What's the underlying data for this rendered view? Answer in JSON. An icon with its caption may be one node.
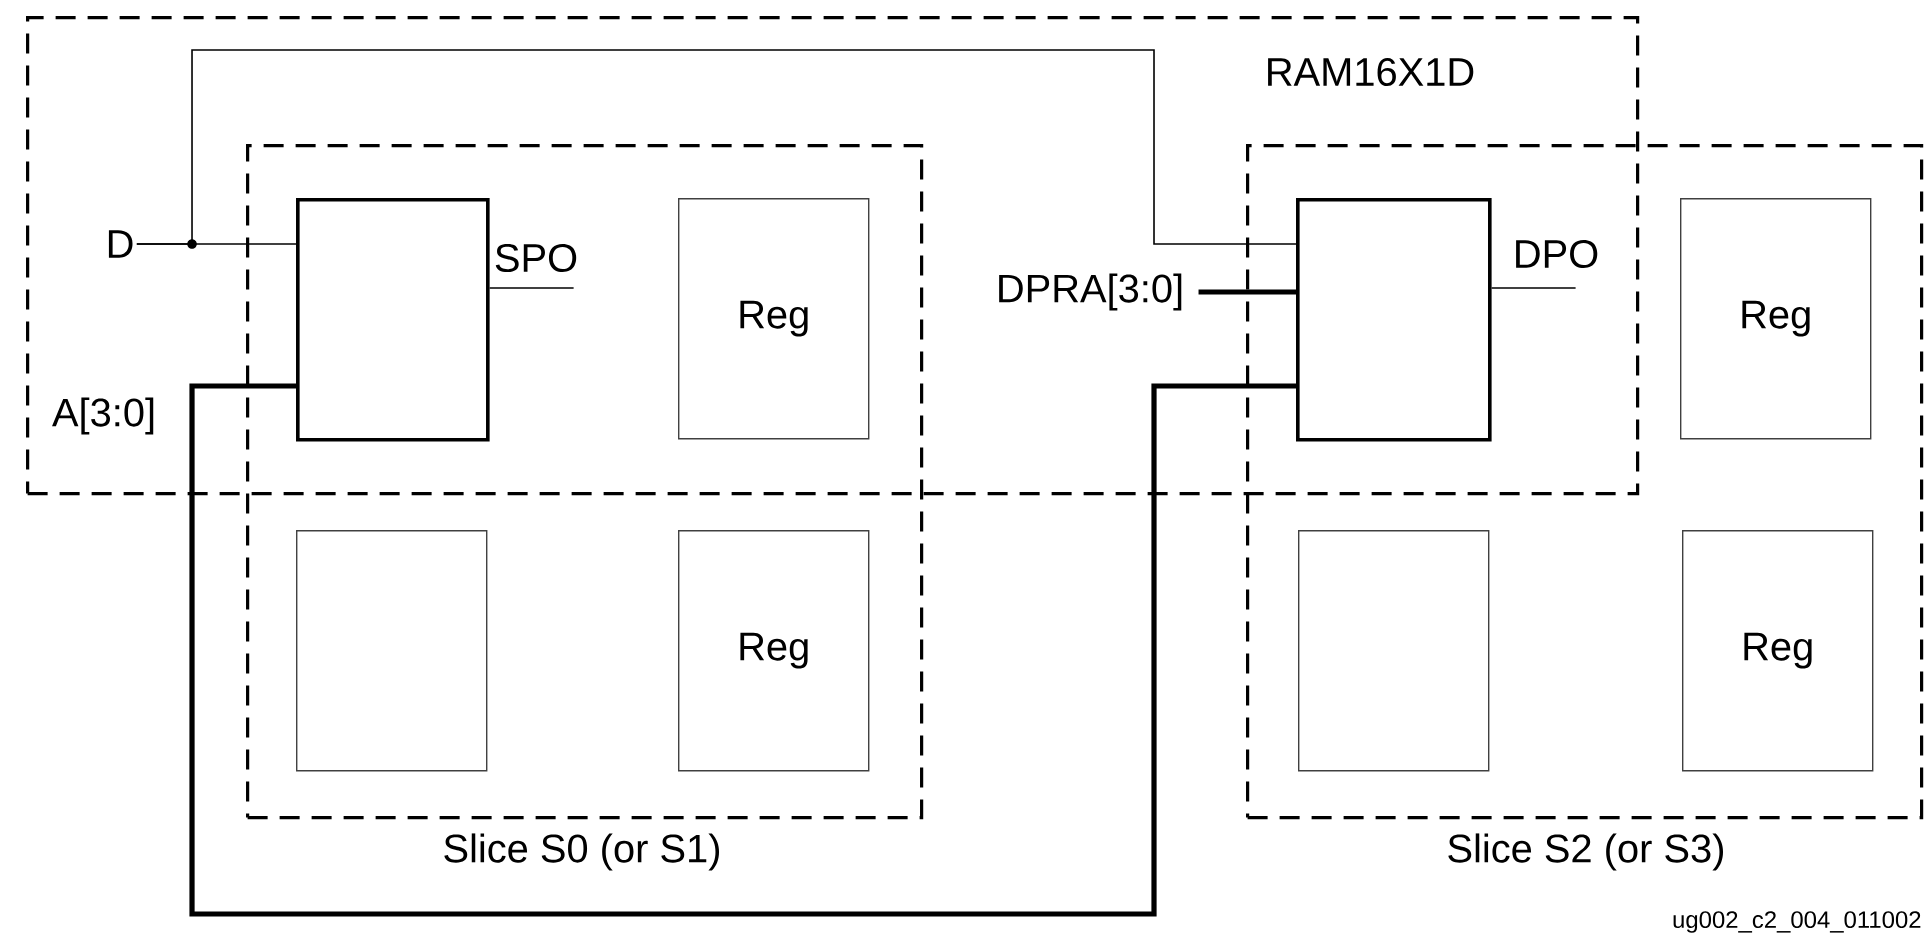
{
  "diagram": {
    "nodes": [
      {
        "text": [
          "RAM16X1D"
        ]
      },
      {
        "text": [
          "Slice S0 (or S1)"
        ]
      },
      {
        "text": [
          "Slice S2 (or S3)"
        ]
      },
      {
        "text": [
          "D"
        ],
        "in": 0
      },
      {
        "text": [],
        "shape": "box"
      },
      {
        "text": [
          "Reg"
        ]
      },
      {
        "text": [
          "DPRA[3:0]"
        ],
        "in": 0
      },
      {
        "text": [],
        "shape": "box"
      },
      {
        "text": [
          "Reg"
        ],
        "in": 2
      },
      {
        "text": [],
        "shape": "box",
        "in": 1
      },
      {
        "text": [
          "Reg"
        ],
        "in": 1
      },
      {
        "text": [],
        "shape": "box",
        "in": 2
      },
      {
        "text": [
          "Reg"
        ],
        "in": 2
      }
    ],
    "edges": [
      {
        "from": 3,
        "to": 4,
        "arrow": "none"
      },
      {
        "from": 3,
        "to": 7,
        "arrow": "none"
      },
      {
        "from": 4,
        "to": 7,
        "arrow": "none",
        "style": "thick"
      },
      {
        "from": 6,
        "to": 7,
        "arrow": "none",
        "style": "thick"
      }
    ],
    "labels": [
      "SPO",
      "DPO",
      "A[3:0]",
      "ug002_c2_004_011002"
    ]
  }
}
